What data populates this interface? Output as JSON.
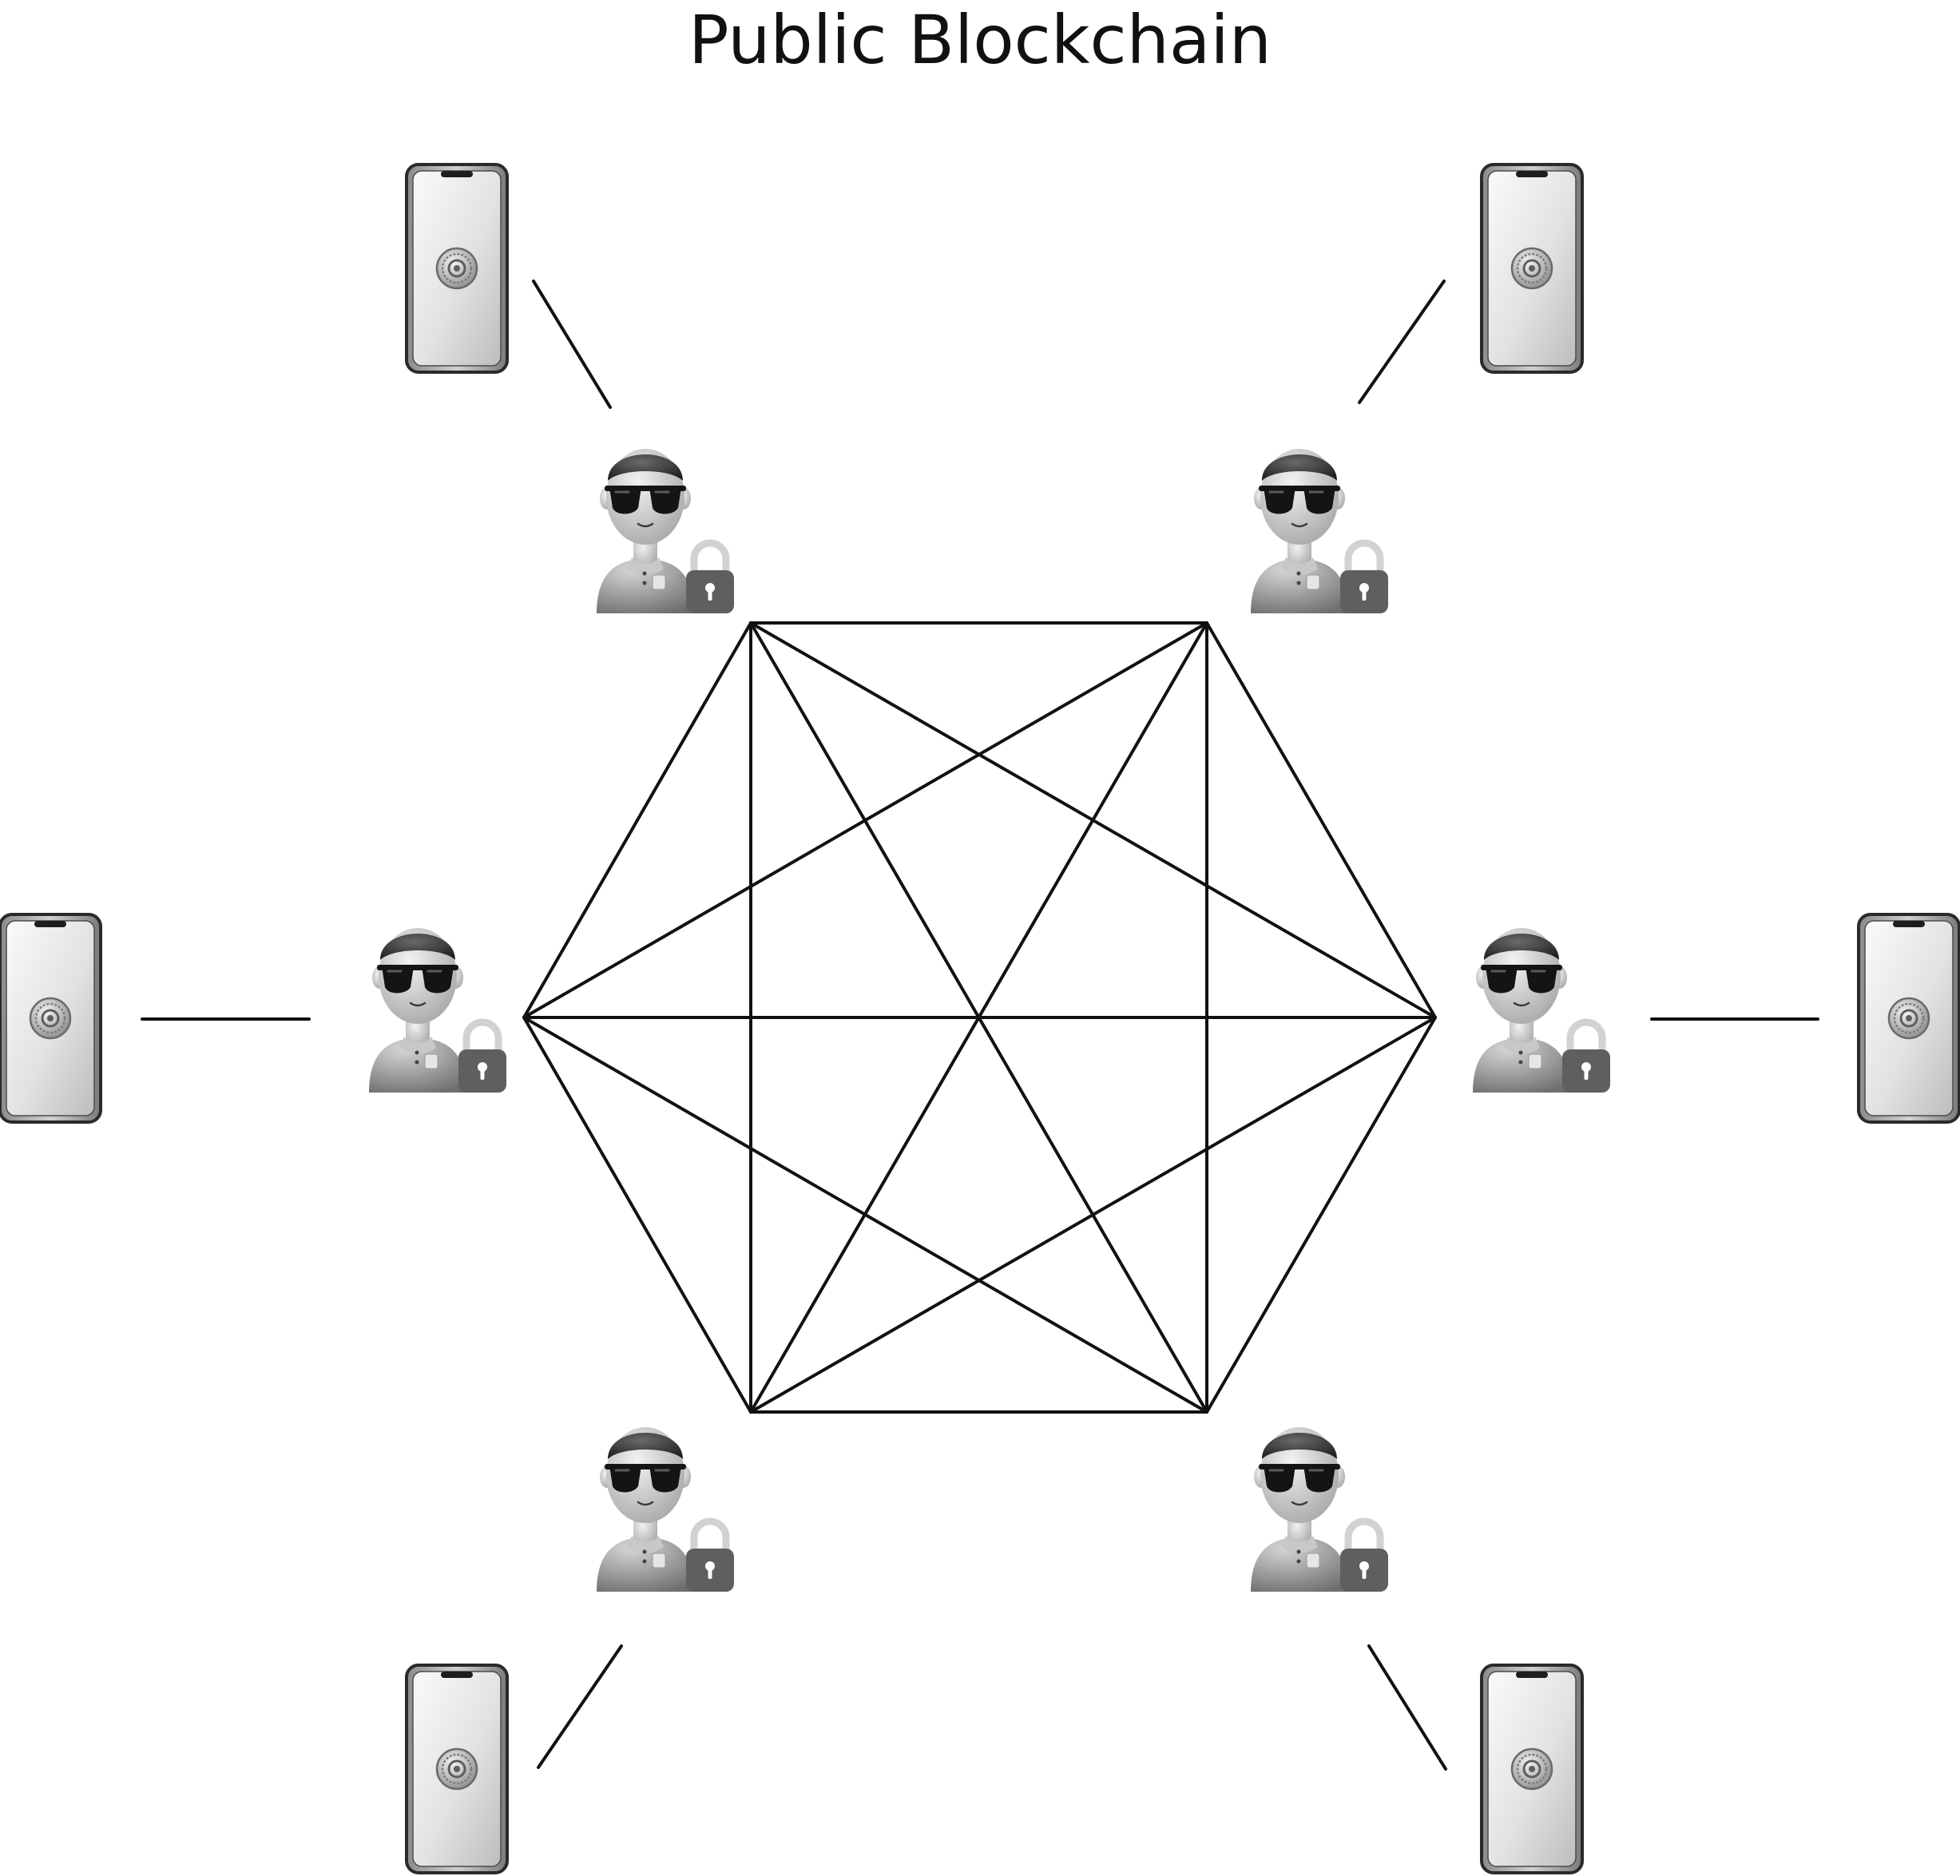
{
  "title": "Public Blockchain",
  "nodes": [
    {
      "id": "top-left",
      "user_icon": "anonymous-user-lock-icon",
      "device_icon": "smartphone-icon"
    },
    {
      "id": "top-right",
      "user_icon": "anonymous-user-lock-icon",
      "device_icon": "smartphone-icon"
    },
    {
      "id": "right",
      "user_icon": "anonymous-user-lock-icon",
      "device_icon": "smartphone-icon"
    },
    {
      "id": "bottom-right",
      "user_icon": "anonymous-user-lock-icon",
      "device_icon": "smartphone-icon"
    },
    {
      "id": "bottom-left",
      "user_icon": "anonymous-user-lock-icon",
      "device_icon": "smartphone-icon"
    },
    {
      "id": "left",
      "user_icon": "anonymous-user-lock-icon",
      "device_icon": "smartphone-icon"
    }
  ],
  "network": "fully-connected",
  "colors": {
    "line": "#111111",
    "background": "#ffffff"
  }
}
